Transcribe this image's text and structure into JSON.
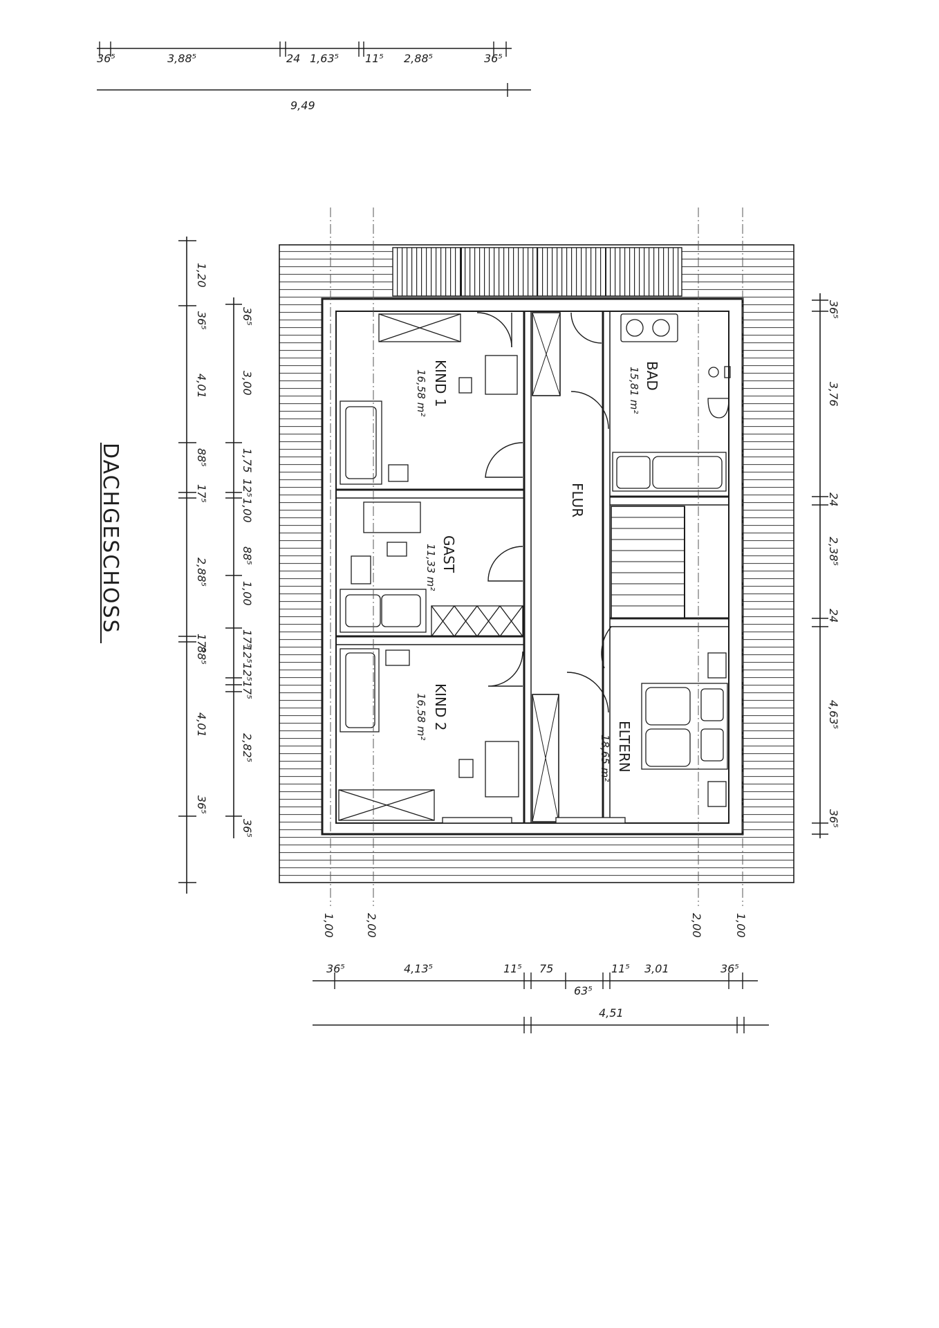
{
  "title": "DACHGESCHOSS",
  "rooms": {
    "kind1": {
      "name": "KIND 1",
      "area": "16,58 m²"
    },
    "bad": {
      "name": "BAD",
      "area": "15,81 m²"
    },
    "flur": {
      "name": "FLUR"
    },
    "gast": {
      "name": "GAST",
      "area": "11,33 m²"
    },
    "kind2": {
      "name": "KIND 2",
      "area": "16,58 m²"
    },
    "eltern": {
      "name": "ELTERN",
      "area": "18,65 m²"
    }
  },
  "dims_top": {
    "segments": [
      "36⁵",
      "3,88⁵",
      "24",
      "1,63⁵",
      "11⁵",
      "2,88⁵",
      "36⁵"
    ],
    "total": "9,49"
  },
  "dims_left_outer": [
    "1,20",
    "36⁵",
    "4,01",
    "88⁵",
    "17⁵",
    "2,88⁵",
    "17⁵",
    "88⁵",
    "4,01",
    "36⁵"
  ],
  "dims_left_inner": [
    "36⁵",
    "3,00",
    "1,75",
    "12⁵",
    "1,00",
    "88⁵",
    "1,00",
    "17⁵",
    "12⁵",
    "12⁵",
    "17⁵",
    "2,82⁵",
    "36⁵"
  ],
  "dims_right": [
    "36⁵",
    "3,76",
    "24",
    "2,38⁵",
    "24",
    "4,63⁵",
    "36⁵"
  ],
  "dims_roof": {
    "a": "1,00",
    "b": "2,00",
    "c": "2,00",
    "d": "1,00"
  },
  "dims_bottom": {
    "segments": [
      "36⁵",
      "4,13⁵",
      "11⁵",
      "75",
      "63⁵",
      "11⁵",
      "3,01",
      "36⁵"
    ],
    "total": "4,51"
  }
}
